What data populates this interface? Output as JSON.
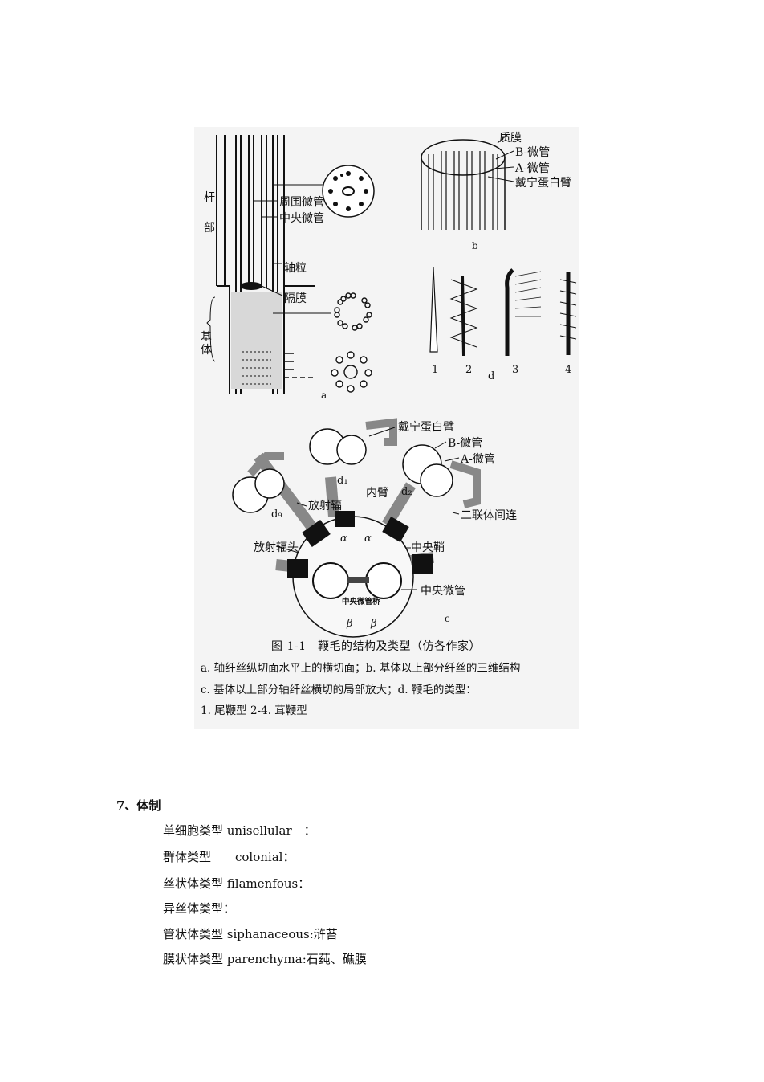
{
  "figure": {
    "labels_a": {
      "rod_top": "杆",
      "rod_bottom": "部",
      "peripheral": "周围微管",
      "central": "中央微管",
      "axosome": "轴粒",
      "septum": "隔膜",
      "basal_1": "基",
      "basal_2": "体",
      "panel": "a"
    },
    "labels_b": {
      "membrane": "质膜",
      "b_tubule": "B-微管",
      "a_tubule": "A-微管",
      "dynein": "戴宁蛋白臂",
      "panel": "b"
    },
    "labels_d": {
      "n1": "1",
      "n2": "2",
      "n3": "3",
      "n4": "4",
      "panel": "d"
    },
    "labels_c": {
      "dynein": "戴宁蛋白臂",
      "b_tubule": "B-微管",
      "a_tubule": "A-微管",
      "d1": "d₁",
      "inner_arm": "内臂",
      "d2": "d₂",
      "d9": "d₉",
      "radial_spoke": "放射辐",
      "nexin": "二联体间连",
      "spoke_head": "放射辐头",
      "central_sheath": "中央鞘",
      "central_tubule": "中央微管",
      "central_bridge": "中央微管桥",
      "alpha": "α",
      "beta": "β",
      "panel": "c"
    }
  },
  "caption": {
    "title": "图 1-1　鞭毛的结构及类型（仿各作家）",
    "line1": "a. 轴纤丝纵切面水平上的横切面；b. 基体以上部分纤丝的三维结构",
    "line2": "c. 基体以上部分轴纤丝横切的局部放大；d. 鞭毛的类型：",
    "line3": "1. 尾鞭型 2-4. 茸鞭型"
  },
  "section": {
    "heading": "7、体制",
    "items": [
      "单细胞类型 unisellular　：",
      "群体类型　　colonial：",
      "丝状体类型 filamenfous：",
      "异丝体类型：",
      "管状体类型 siphanaceous:浒苔",
      "膜状体类型 parenchyma:石莼、礁膜"
    ]
  }
}
